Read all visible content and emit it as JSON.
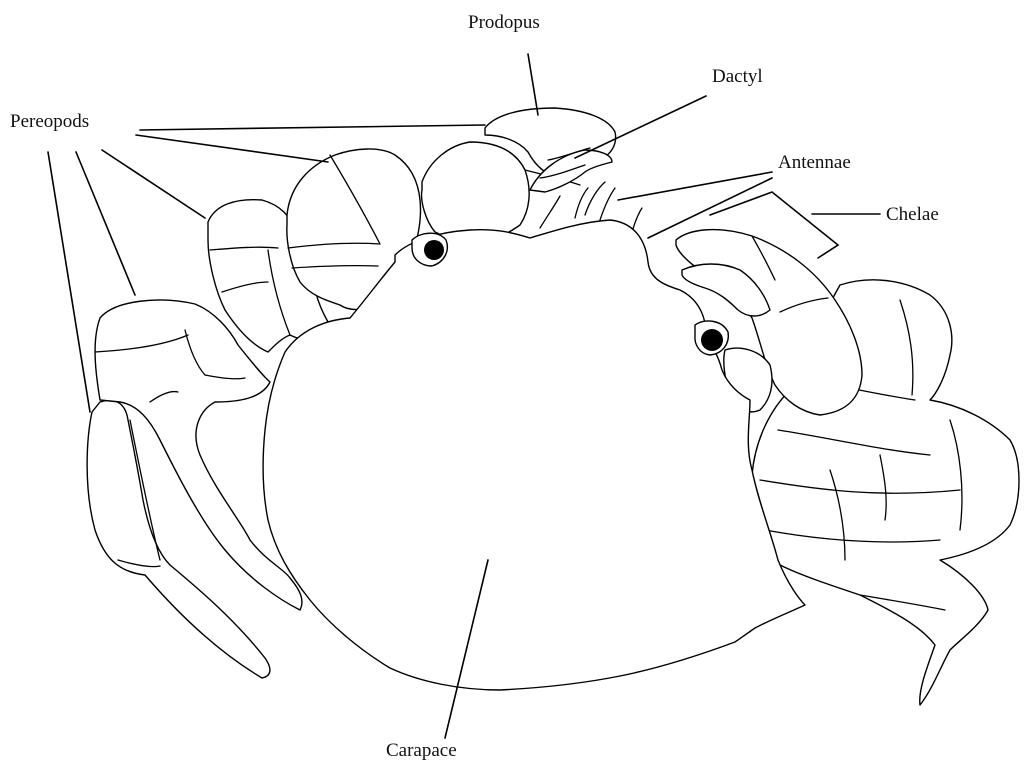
{
  "labels": {
    "prodopus": "Prodopus",
    "dactyl": "Dactyl",
    "pereopods": "Pereopods",
    "antennae": "Antennae",
    "chelae": "Chelae",
    "carapace": "Carapace"
  },
  "colors": {
    "line": "#000000",
    "fill": "#ffffff",
    "eye": "#000000"
  }
}
